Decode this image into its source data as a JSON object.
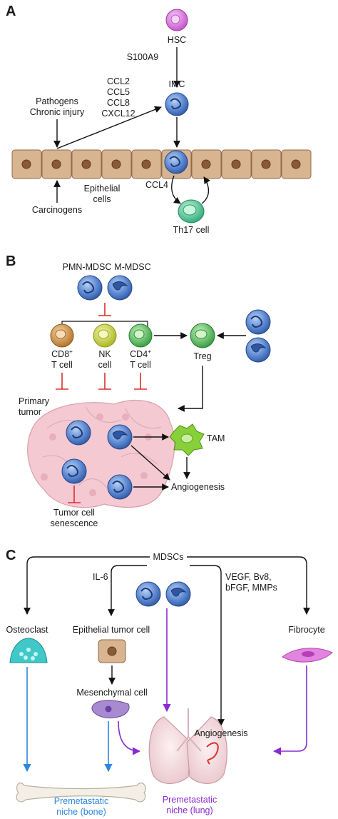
{
  "panels": {
    "a": {
      "letter": "A",
      "hsc": "HSC",
      "s100a9": "S100A9",
      "imc": "IMC",
      "chemokines": [
        "CCL2",
        "CCL5",
        "CCL8",
        "CXCL12"
      ],
      "pathogens": [
        "Pathogens",
        "Chronic injury"
      ],
      "epithelial": [
        "Epithelial",
        "cells"
      ],
      "carcinogens": "Carcinogens",
      "ccl4": "CCL4",
      "th17": "Th17 cell"
    },
    "b": {
      "letter": "B",
      "pmn_mdsc": "PMN-MDSC",
      "m_mdsc": "M-MDSC",
      "cd8": {
        "name": "CD8",
        "sup": "+",
        "line2": "T cell"
      },
      "nk": {
        "line1": "NK",
        "line2": "cell"
      },
      "cd4": {
        "name": "CD4",
        "sup": "+",
        "line2": "T cell"
      },
      "treg": "Treg",
      "primary_tumor": [
        "Primary",
        "tumor"
      ],
      "tam": "TAM",
      "angiogenesis": "Angiogenesis",
      "senescence": [
        "Tumor cell",
        "senescence"
      ]
    },
    "c": {
      "letter": "C",
      "mdscs": "MDSCs",
      "il6": "IL-6",
      "factors": [
        "VEGF, Bv8,",
        "bFGF, MMPs"
      ],
      "osteoclast": "Osteoclast",
      "epithelial_tumor": "Epithelial tumor cell",
      "fibrocyte": "Fibrocyte",
      "mesenchymal": "Mesenchymal cell",
      "angiogenesis": "Angiogenesis",
      "niche_lung": [
        "Premetastatic",
        "niche (lung)"
      ],
      "niche_bone": [
        "Premetastatic",
        "niche (bone)"
      ]
    }
  },
  "colors": {
    "mdsc": "#4a78c8",
    "hsc": "#d46ad8",
    "th17": "#3cc28a",
    "epithelium": "#d8b491",
    "inhibition": "#d9302a",
    "lung_arrow": "#8a2bd0",
    "bone_arrow": "#2d86e0",
    "osteoclast": "#40c8c8",
    "cd8": "#c98a3a",
    "nk": "#bccb2a",
    "cd4": "#3cb84a",
    "tumor": "#f4c9d2",
    "tam": "#88d03a"
  }
}
